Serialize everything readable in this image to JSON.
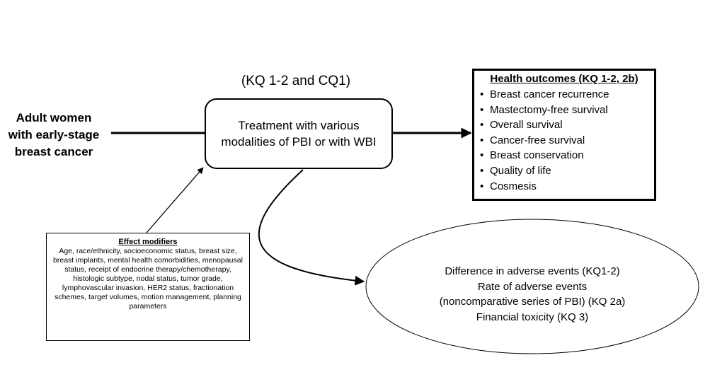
{
  "population": {
    "lines": [
      "Adult women",
      "with early-stage",
      "breast cancer"
    ]
  },
  "treatment": {
    "kq_label": "(KQ 1-2 and CQ1)",
    "lines": [
      "Treatment with various",
      "modalities of PBI or with WBI"
    ]
  },
  "health_outcomes": {
    "title": "Health outcomes (KQ 1-2, 2b)",
    "bullet": "•",
    "items": [
      "Breast cancer recurrence",
      "Mastectomy-free survival",
      "Overall survival",
      "Cancer-free survival",
      "Breast conservation",
      "Quality of life",
      "Cosmesis"
    ]
  },
  "effect_modifiers": {
    "title": "Effect modifiers",
    "text": "Age, race/ethnicity, socioeconomic status, breast size, breast implants, mental health comorbidities, menopausal status, receipt of endocrine therapy/chemotherapy, histologic subtype, nodal status, tumor grade, lymphovascular invasion, HER2 status, fractionation schemes, target volumes, motion management, planning parameters"
  },
  "adverse_events": {
    "lines": [
      "Difference in adverse events (KQ1-2)",
      "Rate of adverse events",
      "(noncomparative series of PBI) (KQ 2a)",
      "Financial toxicity (KQ 3)"
    ]
  }
}
